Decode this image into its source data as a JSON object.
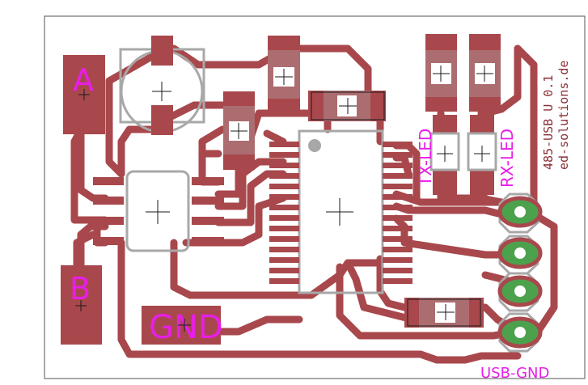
{
  "pads": {
    "a_label": "A",
    "b_label": "B",
    "gnd_label": "GND"
  },
  "leds": {
    "tx_label": "TX-LED",
    "rx_label": "RX-LED"
  },
  "header": {
    "usb_gnd_label": "USB-GND"
  },
  "board_info": {
    "version_text": "485-USB U 0.1",
    "website_text": "ed-solutions.de"
  },
  "colors": {
    "copper": "#a8484c",
    "copper_dark": "#8b2e35",
    "silkscreen": "#a8a8a8",
    "label": "#e81ee8",
    "via": "#4ca24c",
    "background": "#ffffff"
  }
}
